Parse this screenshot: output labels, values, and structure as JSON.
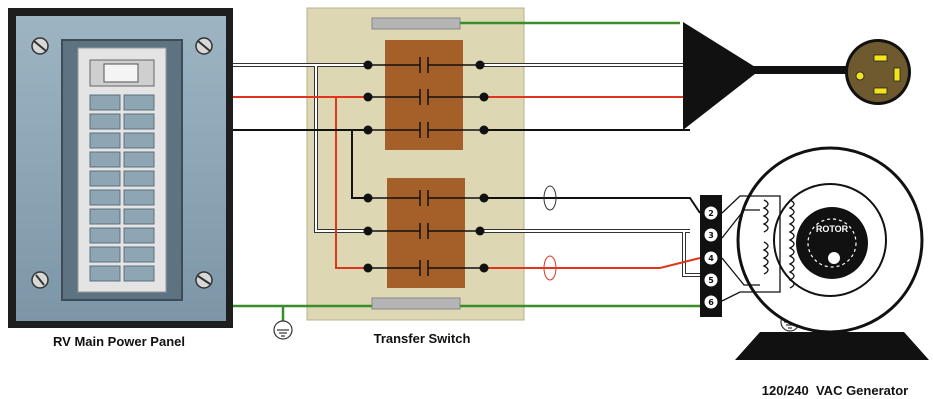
{
  "labels": {
    "panel": "RV Main Power Panel",
    "transfer": "Transfer Switch",
    "generator": "120/240  VAC Generator",
    "rotor": "ROTOR"
  },
  "terminals": [
    "2",
    "3",
    "4",
    "5",
    "6"
  ],
  "colors": {
    "hot_red": "#e0341c",
    "neutral_white": "#ffffff",
    "hot_black": "#111111",
    "ground_green": "#3a8e2a",
    "panel_blue": "#8fa8b8",
    "switch_bg": "#ded8b6",
    "contactor": "#a5602a",
    "plug_yellow": "#f2e418"
  }
}
